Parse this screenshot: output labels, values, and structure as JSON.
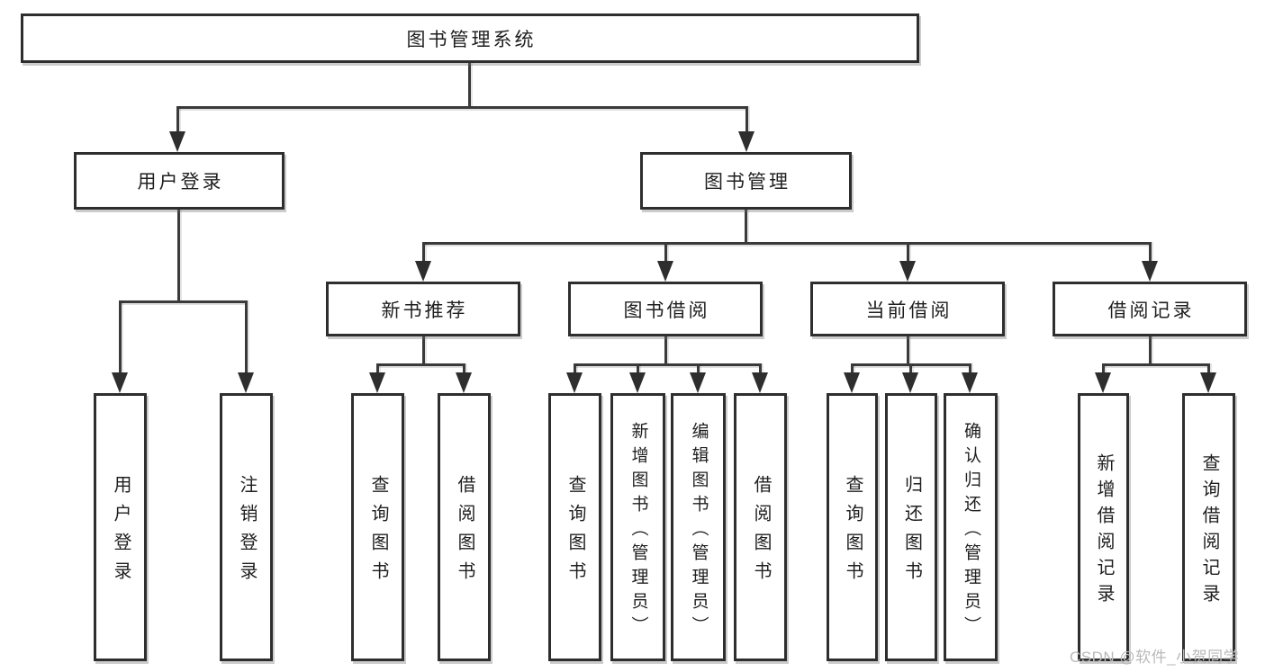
{
  "tree": {
    "root": "图书管理系统",
    "branches": [
      {
        "label": "用户登录",
        "children": [
          "用户登录",
          "注销登录"
        ]
      },
      {
        "label": "图书管理",
        "groups": [
          {
            "label": "新书推荐",
            "children": [
              "查询图书",
              "借阅图书"
            ]
          },
          {
            "label": "图书借阅",
            "children": [
              "查询图书",
              "新增图书（管理员）",
              "编辑图书（管理员）",
              "借阅图书"
            ]
          },
          {
            "label": "当前借阅",
            "children": [
              "查询图书",
              "归还图书",
              "确认归还（管理员）"
            ]
          },
          {
            "label": "借阅记录",
            "children": [
              "新增借阅记录",
              "查询借阅记录"
            ]
          }
        ]
      }
    ]
  },
  "watermark": "CSDN @软件_小贺同学",
  "colors": {
    "box_border": "#2e2e2e",
    "connector_line": "#3a3a3a",
    "text": "#1f1f1f",
    "watermark": "#b9b9b9",
    "background": "#ffffff"
  }
}
